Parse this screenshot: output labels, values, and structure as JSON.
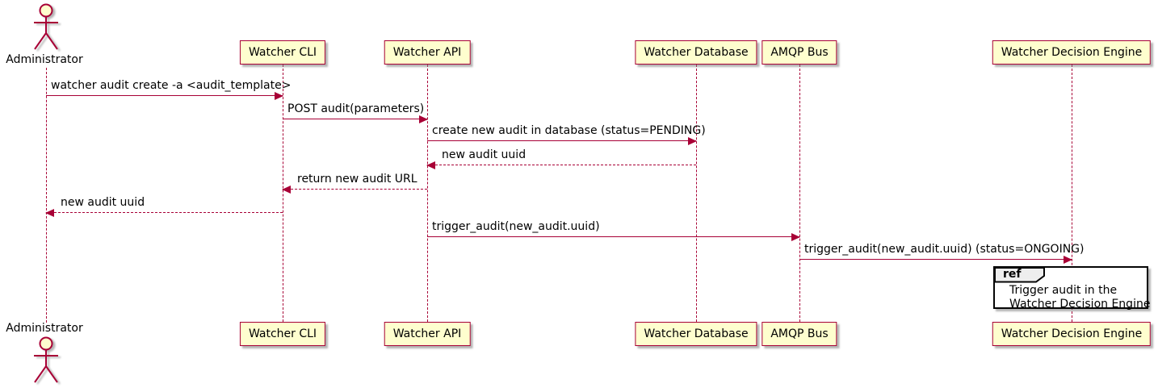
{
  "actor": {
    "name": "Administrator"
  },
  "participants": [
    {
      "name": "Watcher CLI"
    },
    {
      "name": "Watcher API"
    },
    {
      "name": "Watcher Database"
    },
    {
      "name": "AMQP Bus"
    },
    {
      "name": "Watcher Decision Engine"
    }
  ],
  "messages": [
    {
      "from": "Administrator",
      "to": "Watcher CLI",
      "label": "watcher audit create -a <audit_template>",
      "line": "solid",
      "direction": "right"
    },
    {
      "from": "Watcher CLI",
      "to": "Watcher API",
      "label": "POST audit(parameters)",
      "line": "solid",
      "direction": "right"
    },
    {
      "from": "Watcher API",
      "to": "Watcher Database",
      "label": "create new audit in database (status=PENDING)",
      "line": "solid",
      "direction": "right"
    },
    {
      "from": "Watcher Database",
      "to": "Watcher API",
      "label": "new audit uuid",
      "line": "dashed",
      "direction": "left"
    },
    {
      "from": "Watcher API",
      "to": "Watcher CLI",
      "label": "return new audit URL",
      "line": "dashed",
      "direction": "left"
    },
    {
      "from": "Watcher CLI",
      "to": "Administrator",
      "label": "new audit uuid",
      "line": "dashed",
      "direction": "left"
    },
    {
      "from": "Watcher API",
      "to": "AMQP Bus",
      "label": "trigger_audit(new_audit.uuid)",
      "line": "solid",
      "direction": "right"
    },
    {
      "from": "AMQP Bus",
      "to": "Watcher Decision Engine",
      "label": "trigger_audit(new_audit.uuid) (status=ONGOING)",
      "line": "solid",
      "direction": "right"
    }
  ],
  "ref_fragment": {
    "keyword": "ref",
    "lines": [
      "Trigger audit in the",
      "Watcher Decision Engine"
    ]
  },
  "colors": {
    "participant_fill": "#fefece",
    "participant_border": "#a80036",
    "lifeline": "#a80036",
    "arrow": "#a80036",
    "ref_border": "#050505",
    "ref_tab_fill": "#eeeeee",
    "background": "#ffffff",
    "text": "#000000"
  }
}
